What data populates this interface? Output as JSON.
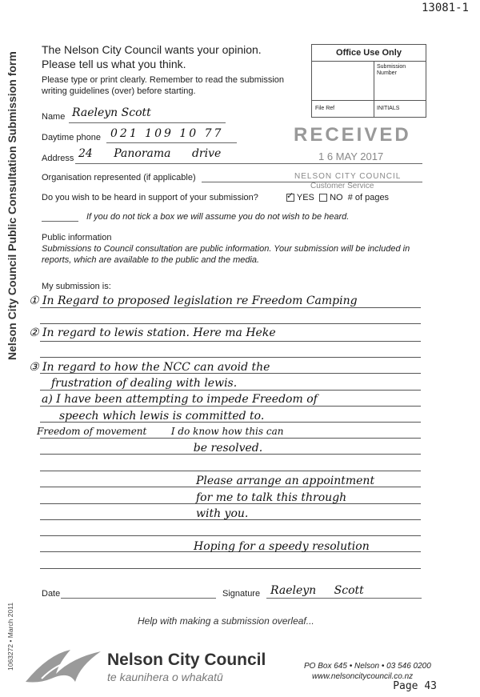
{
  "doc_id": "13081-1",
  "page_label": "Page 43",
  "side_title": "Nelson City Council Public Consultation Submission form",
  "side_footer": "1063272  •  March 2011",
  "header": {
    "line1": "The Nelson City Council wants your opinion.",
    "line2": "Please tell us what you think.",
    "instructions": "Please type or print clearly. Remember to read the submission writing guidelines (over) before starting."
  },
  "office": {
    "title": "Office Use Only",
    "submission_number": "Submission Number",
    "file_ref": "File Ref",
    "initials": "INITIALS"
  },
  "fields": {
    "name_label": "Name",
    "name_value": "Raeleyn Scott",
    "phone_label": "Daytime phone",
    "phone_value": "021 109 10 77",
    "address_label": "Address",
    "address_value": "24 Panorama drive",
    "org_label": "Organisation represented (if applicable)",
    "heard_label": "Do you wish to be heard in support of your submission?",
    "yes_label": "YES",
    "no_label": "NO",
    "pages_label": "# of pages",
    "no_tick_note": "If you do not tick a box we will assume you do not wish to be heard."
  },
  "stamp": {
    "received": "RECEIVED",
    "date": "1 6 MAY 2017",
    "council": "NELSON CITY COUNCIL",
    "service": "Customer Service"
  },
  "public_info": {
    "title": "Public information",
    "text": "Submissions to Council consultation are public information. Your submission will be included in reports, which are available to the public and the media."
  },
  "submission": {
    "label": "My submission is:",
    "lines": [
      "① In Regard to proposed legislation re Freedom Camping",
      "② In regard to lewis station. Here ma Heke",
      "③ In regard to how the NCC can avoid the",
      "frustration of dealing with lewis.",
      "a)  I have been attempting to impede Freedom of",
      "speech which lewis is committed to.",
      "Freedom of movement        I do know how this can",
      "                                            be resolved.",
      "Please arrange an appointment",
      "for me to talk this through",
      "with you.",
      "Hoping for a speedy resolution"
    ]
  },
  "footer": {
    "date_label": "Date",
    "signature_label": "Signature",
    "signature_value": "Raeleyn Scott",
    "help": "Help with making a submission overleaf...",
    "council_name": "Nelson City Council",
    "council_maori": "te kaunihera o whakatū",
    "contact_line1": "PO Box 645 • Nelson • 03 546 0200",
    "contact_line2": "www.nelsoncitycouncil.co.nz"
  }
}
